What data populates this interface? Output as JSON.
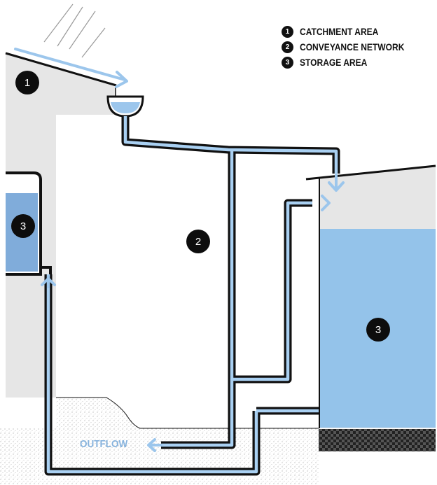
{
  "legend": {
    "items": [
      {
        "number": "1",
        "label": "CATCHMENT AREA"
      },
      {
        "number": "2",
        "label": "CONVEYANCE NETWORK"
      },
      {
        "number": "3",
        "label": "STORAGE AREA"
      }
    ]
  },
  "markers": {
    "catchment": "1",
    "conveyance": "2",
    "storage_left": "3",
    "storage_right": "3"
  },
  "outflow": {
    "label": "OUTFLOW"
  },
  "colors": {
    "water": "#94c3ea",
    "water_dark": "#6f9fcf",
    "building": "#e5e5e5",
    "pipe": "#111111",
    "arrow": "#a9cdee"
  }
}
